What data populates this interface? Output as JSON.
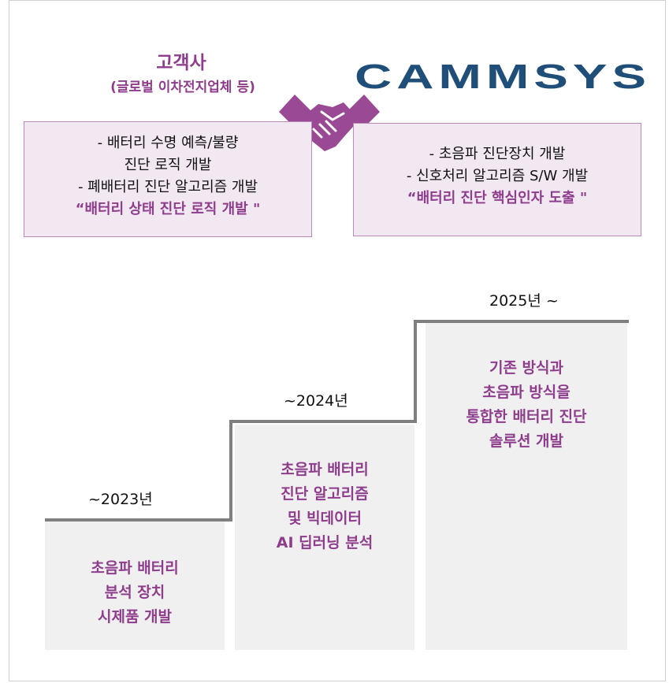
{
  "customer": {
    "title": "고객사",
    "subtitle": "(글로벌 이차전지업체 등)"
  },
  "brand": {
    "name": "CAMMSYS",
    "color": "#1f4e79"
  },
  "icons": {
    "partnership": "handshake-icon"
  },
  "colors": {
    "accent": "#8e3d8c",
    "box_fill": "#f2e8f2",
    "box_border": "#b98ab6",
    "step_fill": "#f0f0f0",
    "stair_line": "#7f7f7f"
  },
  "left_box": {
    "line1": "- 배터리 수명 예측/불량",
    "line2": "진단 로직 개발",
    "line3": "- 폐배터리 진단 알고리즘 개발",
    "highlight": "“배터리 상태 진단 로직 개발 \""
  },
  "right_box": {
    "line1": "- 초음파 진단장치 개발",
    "line2": "- 신호처리 알고리즘 S/W 개발",
    "highlight": "“배터리 진단 핵심인자 도출 \""
  },
  "timeline": [
    {
      "year": "~2023년",
      "lines": [
        "초음파 배터리",
        "분석 장치",
        "시제품 개발"
      ]
    },
    {
      "year": "~2024년",
      "lines": [
        "초음파 배터리",
        "진단 알고리즘",
        "및 빅데이터",
        "AI 딥러닝 분석"
      ]
    },
    {
      "year": "2025년 ~",
      "lines": [
        "기존 방식과",
        "초음파 방식을",
        "통합한 배터리 진단",
        "솔루션 개발"
      ]
    }
  ]
}
